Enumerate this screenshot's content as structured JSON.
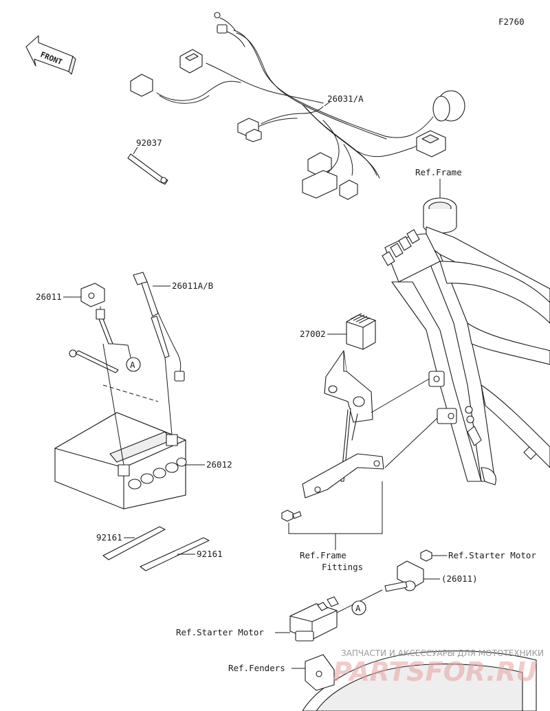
{
  "figure_code": "F2760",
  "front_arrow": "FRONT",
  "circle_ref": "A",
  "labels": {
    "harness": "26031/A",
    "p92037": "92037",
    "ref_frame": "Ref.Frame",
    "p26011": "26011",
    "p26011ab": "26011A/B",
    "p27002": "27002",
    "p26012": "26012",
    "p92161_a": "92161",
    "p92161_b": "92161",
    "frame_fittings_1": "Ref.Frame",
    "frame_fittings_2": "Fittings",
    "starter_motor_top": "Ref.Starter Motor",
    "p26011_ref": "(26011)",
    "starter_motor_left": "Ref.Starter Motor",
    "ref_fenders": "Ref.Fenders"
  },
  "watermark": {
    "line1": "ЗАПЧАСТИ И АКСЕССУАРЫ ДЛЯ МОТОТЕХНИКИ",
    "line2": "PARTSFOR.RU"
  },
  "colors": {
    "ink": "#1a1a1a",
    "watermark_red": "#e8a0a0",
    "watermark_gray": "#9a9a9a"
  }
}
